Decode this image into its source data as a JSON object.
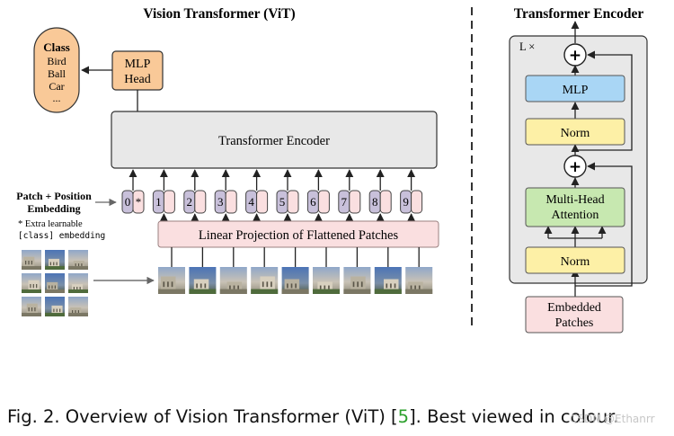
{
  "vit": {
    "title": "Vision Transformer (ViT)",
    "class_box": {
      "title": "Class",
      "items": [
        "Bird",
        "Ball",
        "Car",
        "..."
      ]
    },
    "mlp_head": {
      "line1": "MLP",
      "line2": "Head"
    },
    "encoder_label": "Transformer Encoder",
    "patch_position_label": {
      "line1": "Patch + Position",
      "line2": "Embedding"
    },
    "extra_note": {
      "line1": "* Extra learnable",
      "line2": "[class] embedding"
    },
    "tokens": [
      "0*",
      "1",
      "2",
      "3",
      "4",
      "5",
      "6",
      "7",
      "8",
      "9"
    ],
    "projection_label": "Linear Projection of Flattened Patches"
  },
  "encoder": {
    "title": "Transformer Encoder",
    "repeat_label": "L ×",
    "mlp_label": "MLP",
    "norm_label": "Norm",
    "attention": {
      "line1": "Multi-Head",
      "line2": "Attention"
    },
    "plus_symbol": "+",
    "embedded_patches": {
      "line1": "Embedded",
      "line2": "Patches"
    }
  },
  "caption": {
    "prefix": "Fig. 2. Overview of Vision Transformer (ViT) [",
    "ref": "5",
    "suffix": "]. Best viewed in colour."
  },
  "watermark": "CSDN @Ethanrr",
  "colors": {
    "class_fill": "#f9c998",
    "mlp_head_fill": "#f9c998",
    "encoder_fill": "#e8e8e8",
    "projection_fill": "#fadfe0",
    "token_position_fill": "#c8c0da",
    "token_patch_fill": "#fadfe0",
    "mlp_fill": "#a9d6f5",
    "norm_fill": "#fdf0a6",
    "attention_fill": "#c7e8b0",
    "embedded_fill": "#fadfe0",
    "caption_ref": "#2ca02c"
  }
}
